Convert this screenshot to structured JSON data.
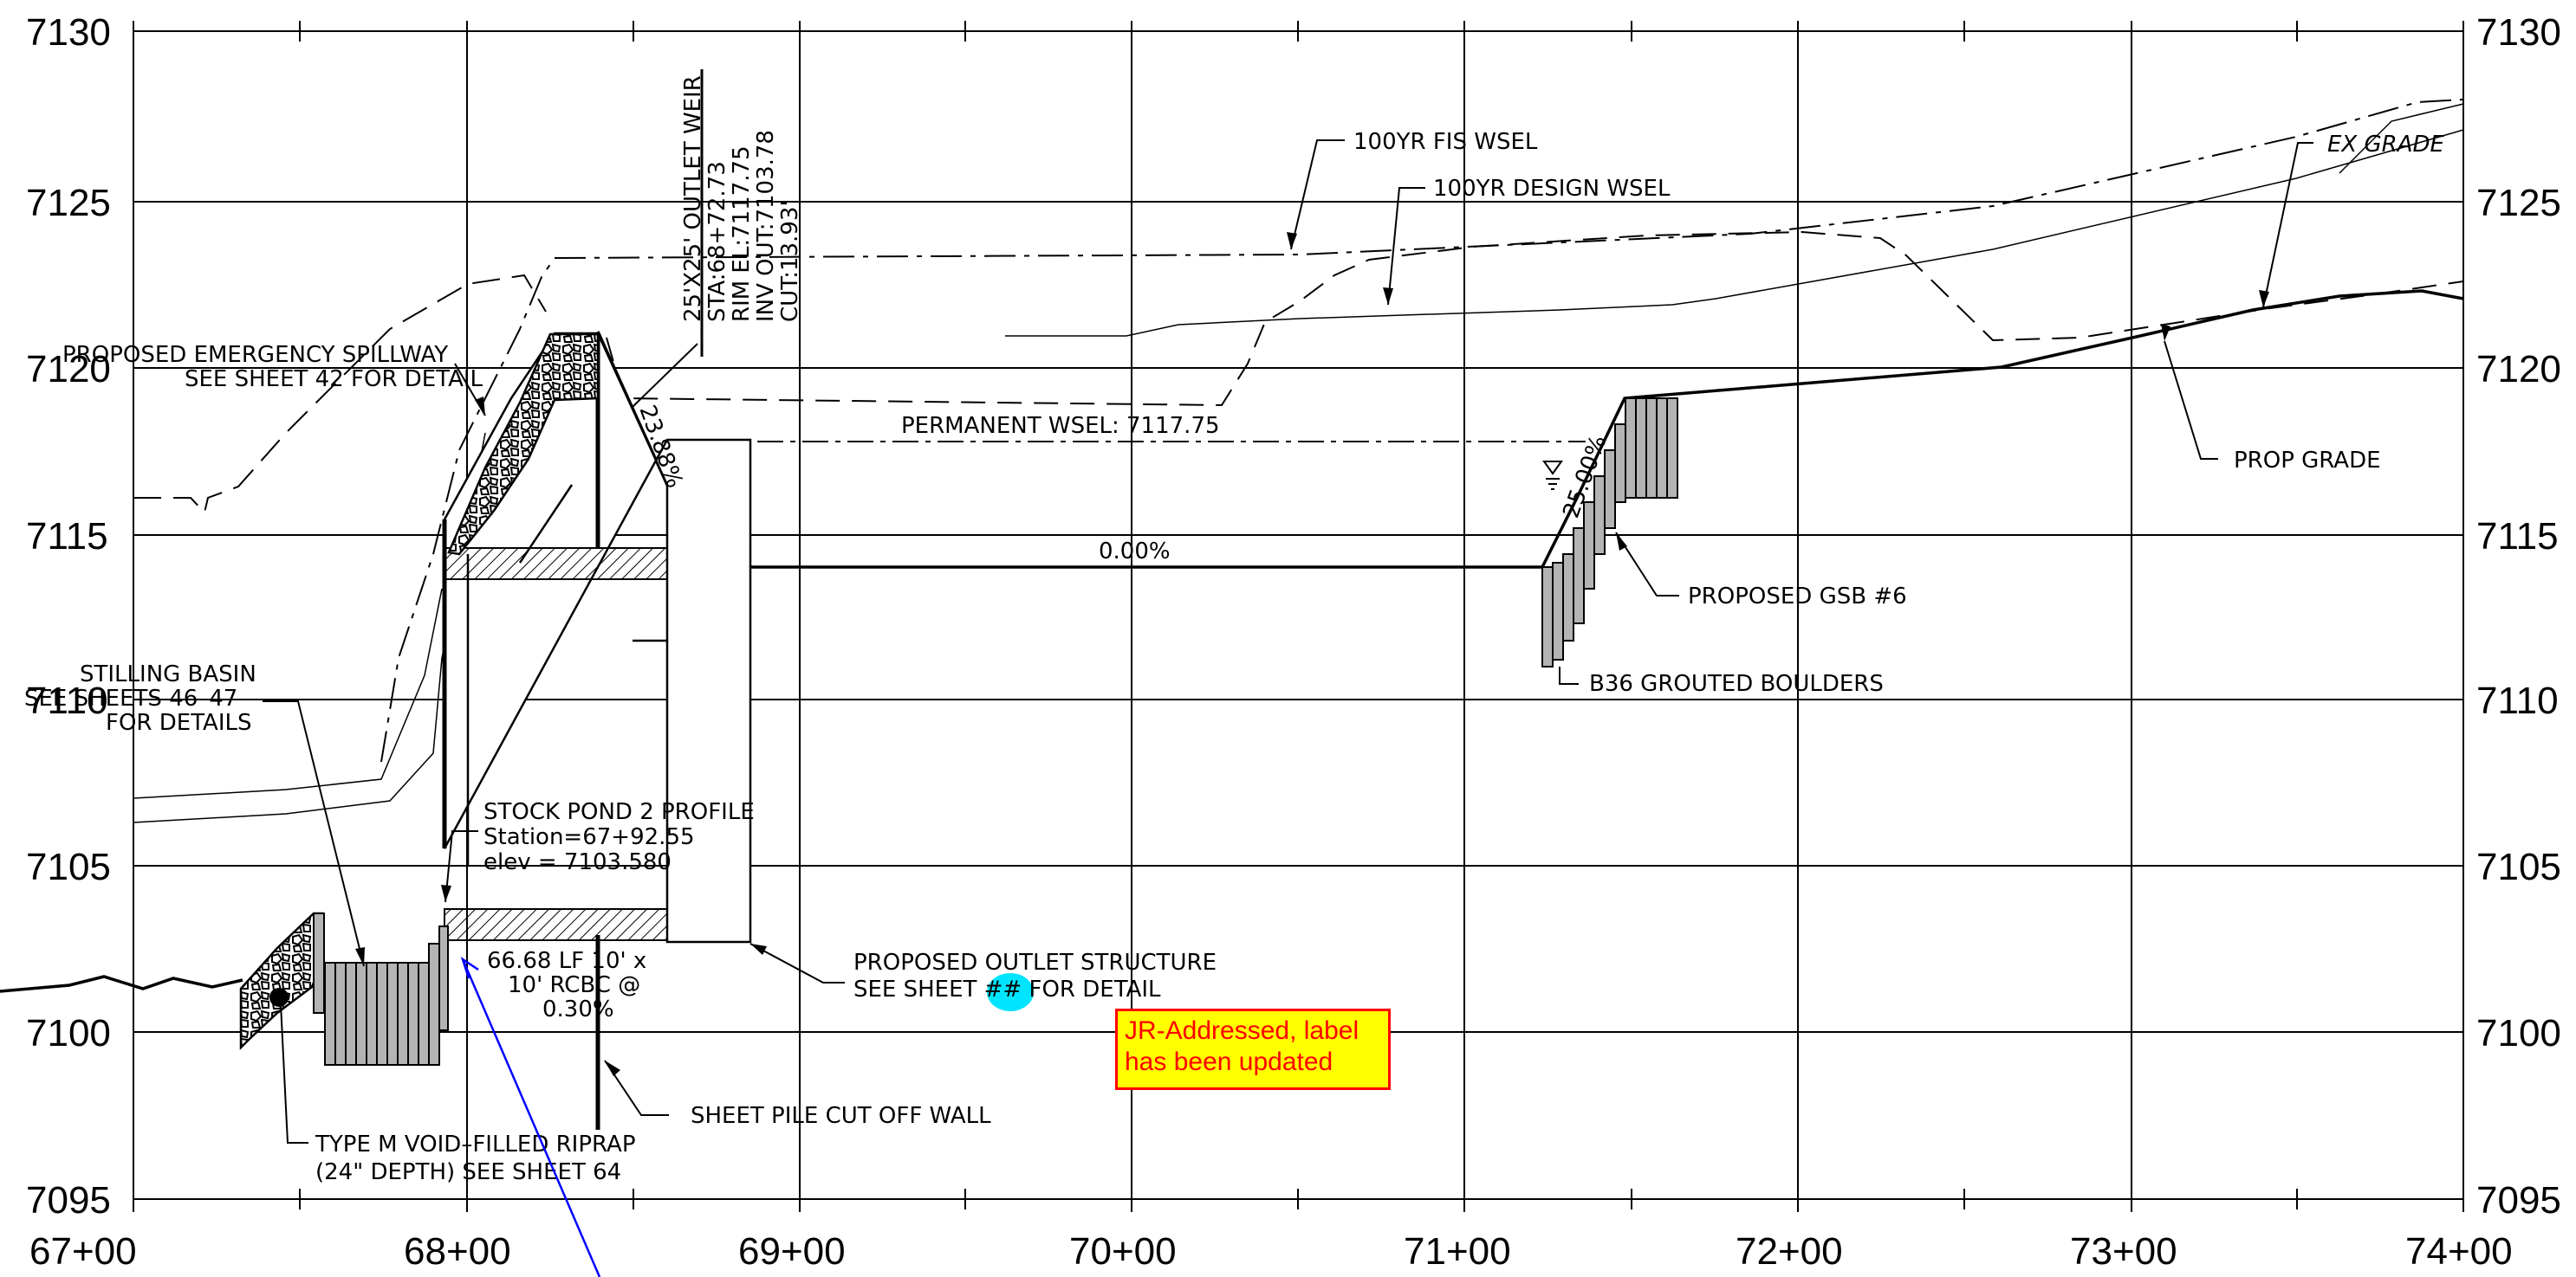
{
  "axis": {
    "elevations_left": [
      "7130",
      "7125",
      "7120",
      "7115",
      "7110",
      "7105",
      "7100",
      "7095"
    ],
    "elevations_right": [
      "7130",
      "7125",
      "7120",
      "7115",
      "7110",
      "7105",
      "7100",
      "7095"
    ],
    "stations": [
      "67+00",
      "68+00",
      "69+00",
      "70+00",
      "71+00",
      "72+00",
      "73+00",
      "74+00"
    ]
  },
  "labels": {
    "fis_wsel": "100YR FIS WSEL",
    "design_wsel": "100YR DESIGN WSEL",
    "ex_grade": "EX GRADE",
    "prop_grade": "PROP GRADE",
    "permanent_wsel": "PERMANENT WSEL: 7117.75",
    "channel_slope": "0.00%",
    "weir_slope": "23.88%",
    "gsb_slope": "25.00%",
    "emergency_spillway_1": "PROPOSED EMERGENCY SPILLWAY",
    "emergency_spillway_2": "SEE SHEET 42 FOR DETAIL",
    "weir_1": "25'X25' OUTLET WEIR",
    "weir_2": "STA:68+72.73",
    "weir_3": "RIM EL:7117.75",
    "weir_4": "INV OUT:7103.78",
    "weir_5": "CUT:13.93'",
    "stilling_1": "STILLING BASIN",
    "stilling_2": "SEE SHEETS 46–47",
    "stilling_3": "FOR DETAILS",
    "stock_pond_1": "STOCK POND 2 PROFILE",
    "stock_pond_2": "Station=67+92.55",
    "stock_pond_3": "elev = 7103.580",
    "rcbc_1": "66.68 LF 10' x",
    "rcbc_2": "10' RCBC @",
    "rcbc_3": "0.30%",
    "outlet_1": "PROPOSED OUTLET STRUCTURE",
    "outlet_2": "SEE SHEET ## FOR DETAIL",
    "sheet_pile": "SHEET PILE CUT OFF WALL",
    "riprap_1": "TYPE M VOID–FILLED RIPRAP",
    "riprap_2": "(24\" DEPTH) SEE SHEET 64",
    "gsb": "PROPOSED GSB #6",
    "boulders": "B36 GROUTED BOULDERS"
  },
  "comment": {
    "line1": "JR-Addressed, label",
    "line2": "has been updated"
  },
  "colors": {
    "linework": "#000000",
    "comment_fill": "#ffff00",
    "comment_text": "#ff0000",
    "markup_arrow": "#0000ff",
    "highlight": "#00e5ff",
    "boulder_fill": "#b4b4b4"
  }
}
